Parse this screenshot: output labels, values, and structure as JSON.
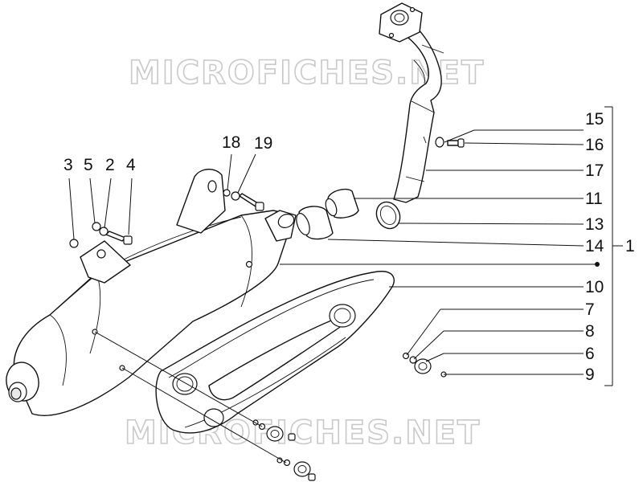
{
  "watermark": "MICROFICHES.NET",
  "callouts": {
    "c1": "1",
    "c2": "2",
    "c3": "3",
    "c4": "4",
    "c5": "5",
    "c6": "6",
    "c7": "7",
    "c8": "8",
    "c9": "9",
    "c10": "10",
    "c11": "11",
    "c13": "13",
    "c14": "14",
    "c15": "15",
    "c16": "16",
    "c17": "17",
    "c18": "18",
    "c19": "19"
  }
}
